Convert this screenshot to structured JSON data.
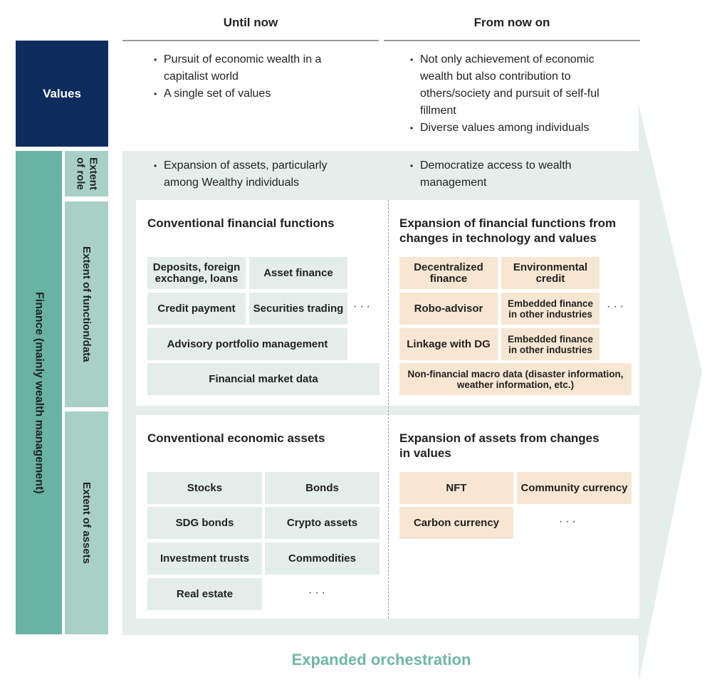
{
  "columns": {
    "left": "Until now",
    "right": "From now on"
  },
  "values": {
    "label": "Values",
    "left": [
      "Pursuit of economic wealth in a capitalist world",
      "A single set of values"
    ],
    "right": [
      "Not only achievement of economic wealth but also contribution to others/society and pursuit of self-ful fillment",
      "Diverse values among individuals"
    ]
  },
  "finance": {
    "label": "Finance (mainly wealth management)",
    "role": {
      "label": "Extent of role",
      "left": [
        "Expansion of assets, particularly among Wealthy individuals"
      ],
      "right": [
        "Democratize access to wealth management"
      ]
    },
    "function": {
      "label": "Extent of function/data",
      "left_title": "Conventional financial functions",
      "left_boxes": [
        "Deposits, foreign exchange, loans",
        "Asset finance",
        "Credit payment",
        "Securities trading",
        "Advisory portfolio management",
        "Financial market data"
      ],
      "right_title": "Expansion of financial functions from changes in technology and values",
      "right_boxes": [
        "Decentralized finance",
        "Environmental credit",
        "Robo-advisor",
        "Embedded finance in other industries",
        "Linkage with DG",
        "Embedded finance in other industries",
        "Non-financial macro data (disaster information, weather information, etc.)"
      ]
    },
    "assets": {
      "label": "Extent of assets",
      "left_title": "Conventional economic assets",
      "left_boxes": [
        "Stocks",
        "Bonds",
        "SDG bonds",
        "Crypto assets",
        "Investment trusts",
        "Commodities",
        "Real estate"
      ],
      "right_title": "Expansion of assets from changes in values",
      "right_boxes": [
        "NFT",
        "Community currency",
        "Carbon currency"
      ]
    }
  },
  "ellipsis": "···",
  "footer": "Expanded orchestration",
  "colors": {
    "navy": "#0e2c5e",
    "teal": "#69b3a2",
    "teal_light": "#a9d0c6",
    "panel": "#e4efec",
    "box_green": "#e3ede9",
    "box_orange": "#f7e6d2",
    "footer_text": "#6fb7a5"
  }
}
